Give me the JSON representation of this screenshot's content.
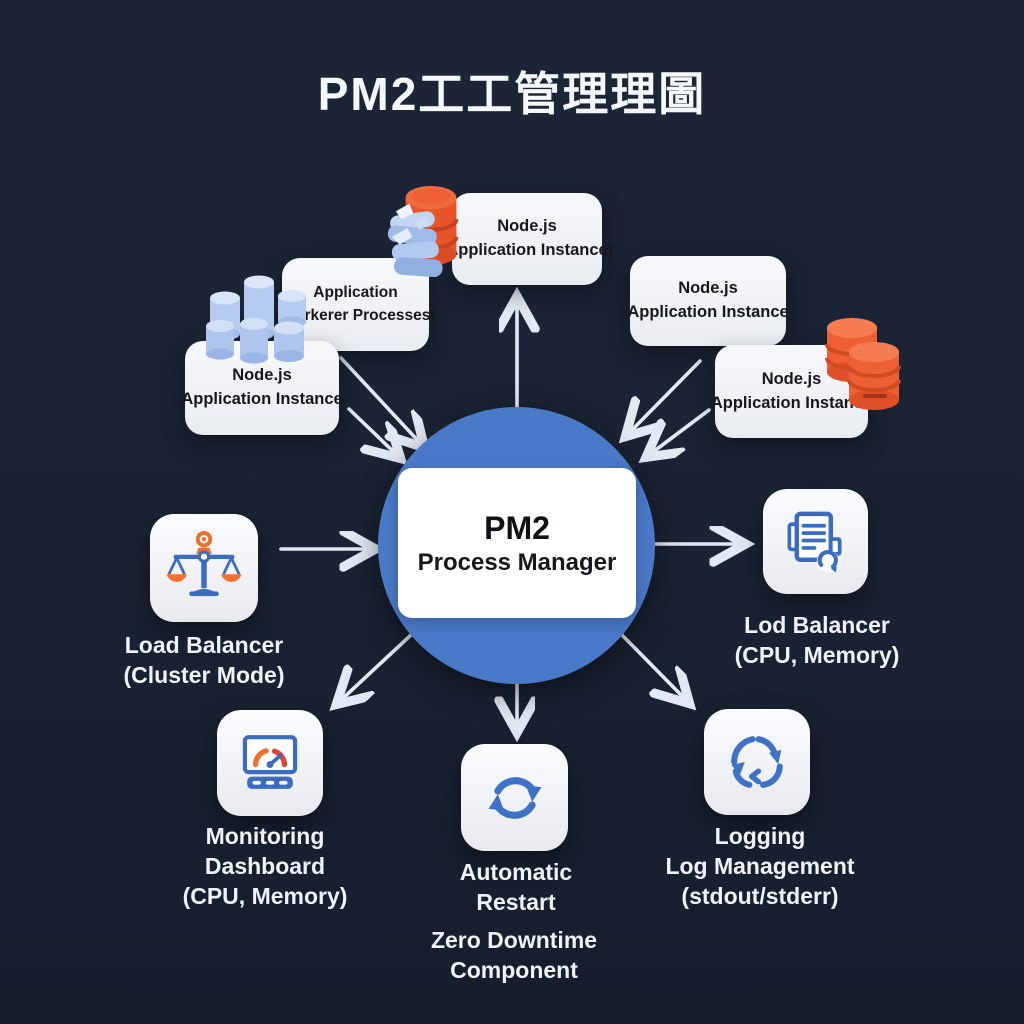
{
  "title": "PM2工工管理理圖",
  "center": {
    "name": "PM2",
    "role": "Process Manager"
  },
  "nodes": {
    "top": {
      "line1": "Node.js",
      "line2": "(Application Instance)"
    },
    "worker": {
      "line1": "Application",
      "line2": "(Workerer Processes)"
    },
    "left": {
      "line1": "Node.js",
      "line2": "Application Instance"
    },
    "right1": {
      "line1": "Node.js",
      "line2": "Application Instance"
    },
    "right2": {
      "line1": "Node.js",
      "line2": "Application Instance"
    }
  },
  "features": {
    "load_balancer": {
      "line1": "Load Balancer",
      "line2": "(Cluster Mode)"
    },
    "log_balancer": {
      "line1": "Lod Balancer",
      "line2": "(CPU, Memory)"
    },
    "monitoring": {
      "line1": "Monitoring",
      "line2": "Dashboard",
      "line3": "(CPU, Memory)"
    },
    "auto_restart": {
      "line1": "Automatic",
      "line2": "Restart"
    },
    "zero_downtime": {
      "line1": "Zero Downtime",
      "line2": "Component"
    },
    "logging": {
      "line1": "Logging",
      "line2": "Log Management",
      "line3": "(stdout/stderr)"
    }
  },
  "icons": {
    "scales": "balance-scales-icon",
    "log_document": "log-document-refresh-icon",
    "monitor": "monitor-gauge-icon",
    "restart": "circular-restart-arrows-icon",
    "log_rotation": "log-rotation-arrows-icon",
    "database": "orange-database-icon",
    "cluster": "blue-process-cluster-icon",
    "coins": "orange-coins-stack-icon"
  },
  "colors": {
    "background": "#1a2333",
    "hub_circle": "#4a79c7",
    "card": "#f2f4f7",
    "arrow": "#e3e9f3",
    "accent_orange": "#ee5b2f",
    "accent_blue": "#3a6cc2",
    "light_blue": "#b7ccf0"
  }
}
